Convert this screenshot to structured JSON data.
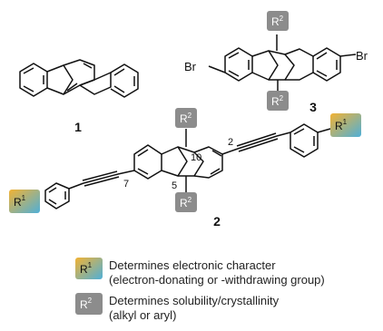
{
  "compounds": {
    "c1": {
      "label": "1"
    },
    "c3": {
      "label": "3",
      "atom_left": "Br",
      "atom_right": "Br",
      "sub_top": "R",
      "sub_top_sup": "2",
      "sub_bottom": "R",
      "sub_bottom_sup": "2"
    },
    "c2": {
      "label": "2",
      "sub_left": "R",
      "sub_left_sup": "1",
      "sub_right": "R",
      "sub_right_sup": "1",
      "sub_top": "R",
      "sub_top_sup": "2",
      "sub_bottom": "R",
      "sub_bottom_sup": "2",
      "pos_10": "10",
      "pos_2": "2",
      "pos_7": "7",
      "pos_5": "5"
    }
  },
  "legend": {
    "r1": {
      "badge": "R",
      "badge_sup": "1",
      "line1": "Determines electronic character",
      "line2": "(electron-donating or -withdrawing group)"
    },
    "r2": {
      "badge": "R",
      "badge_sup": "2",
      "line1": "Determines solubility/crystallinity",
      "line2": "(alkyl or aryl)"
    }
  },
  "colors": {
    "r1_gradient_start": "#f2b233",
    "r1_gradient_end": "#4fb0d8",
    "r2_box": "#8c8c8c",
    "bond": "#111111"
  }
}
